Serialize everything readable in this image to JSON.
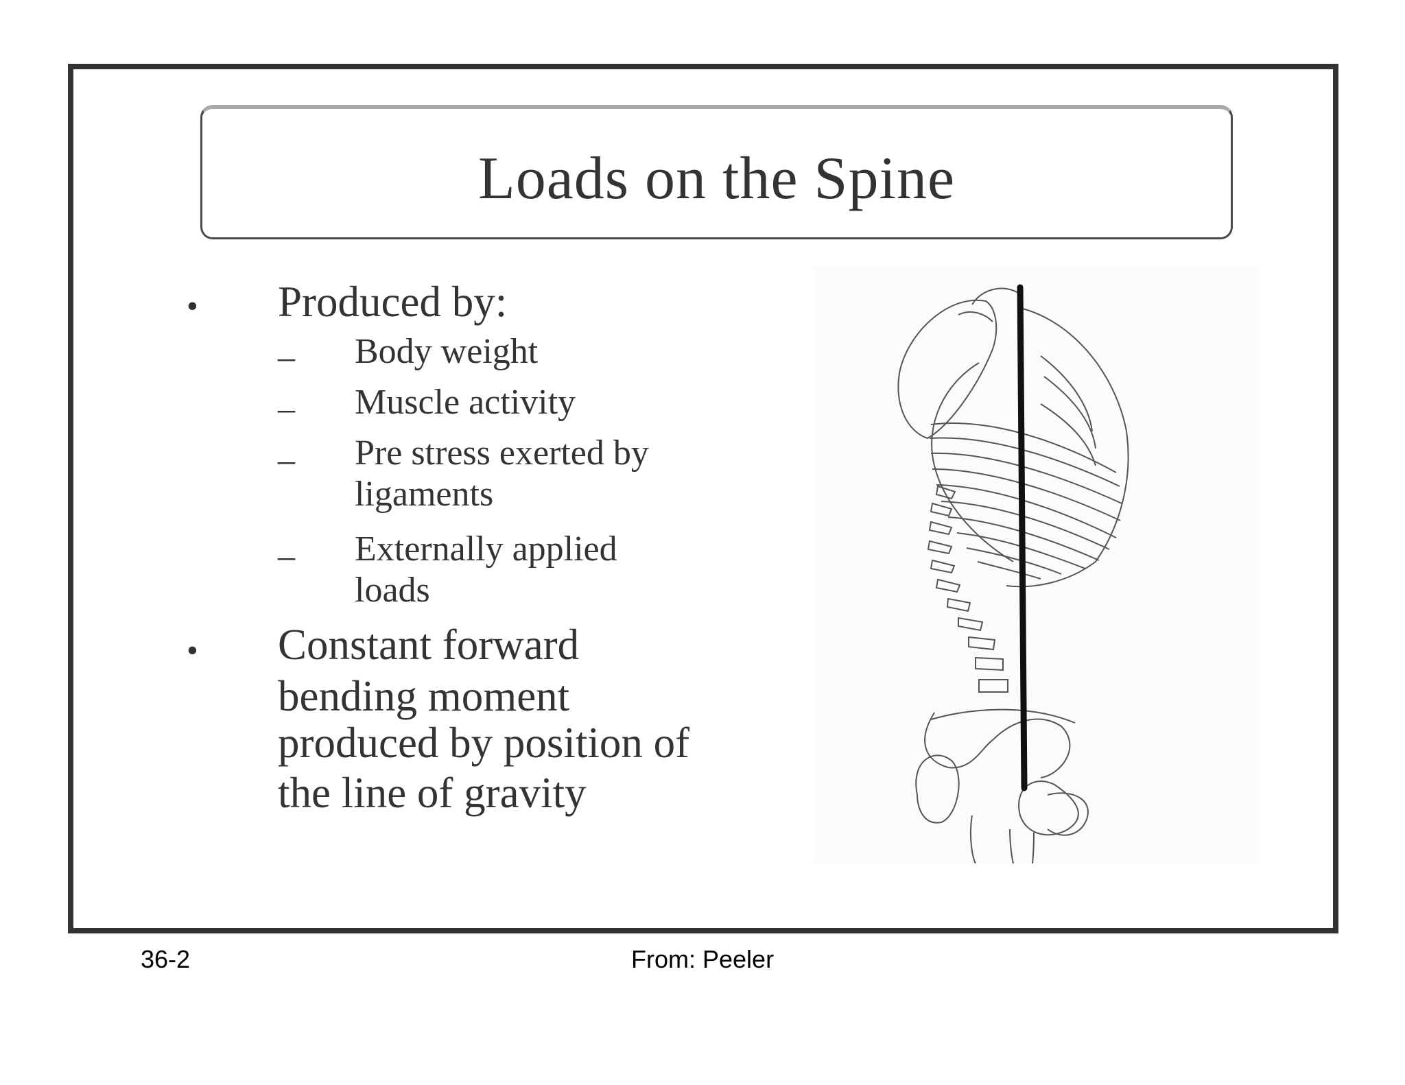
{
  "slide": {
    "title": "Loads on the Spine",
    "bullets": [
      {
        "text": "Produced by:",
        "subitems": [
          {
            "line1": "Body weight",
            "line2": ""
          },
          {
            "line1": "Muscle activity",
            "line2": ""
          },
          {
            "line1": "Pre stress exerted by",
            "line2": "ligaments"
          },
          {
            "line1": "Externally applied",
            "line2": "loads"
          }
        ]
      },
      {
        "lines": [
          "Constant forward",
          "bending moment",
          "produced by position of",
          "the line of gravity"
        ]
      }
    ],
    "bullet_symbol": "•",
    "dash_symbol": "–"
  },
  "footer": {
    "page_number": "36-2",
    "source": "From: Peeler"
  },
  "figure": {
    "icon": "spine-skeleton-icon",
    "line_color": "#111111",
    "sketch_color": "#555555"
  }
}
